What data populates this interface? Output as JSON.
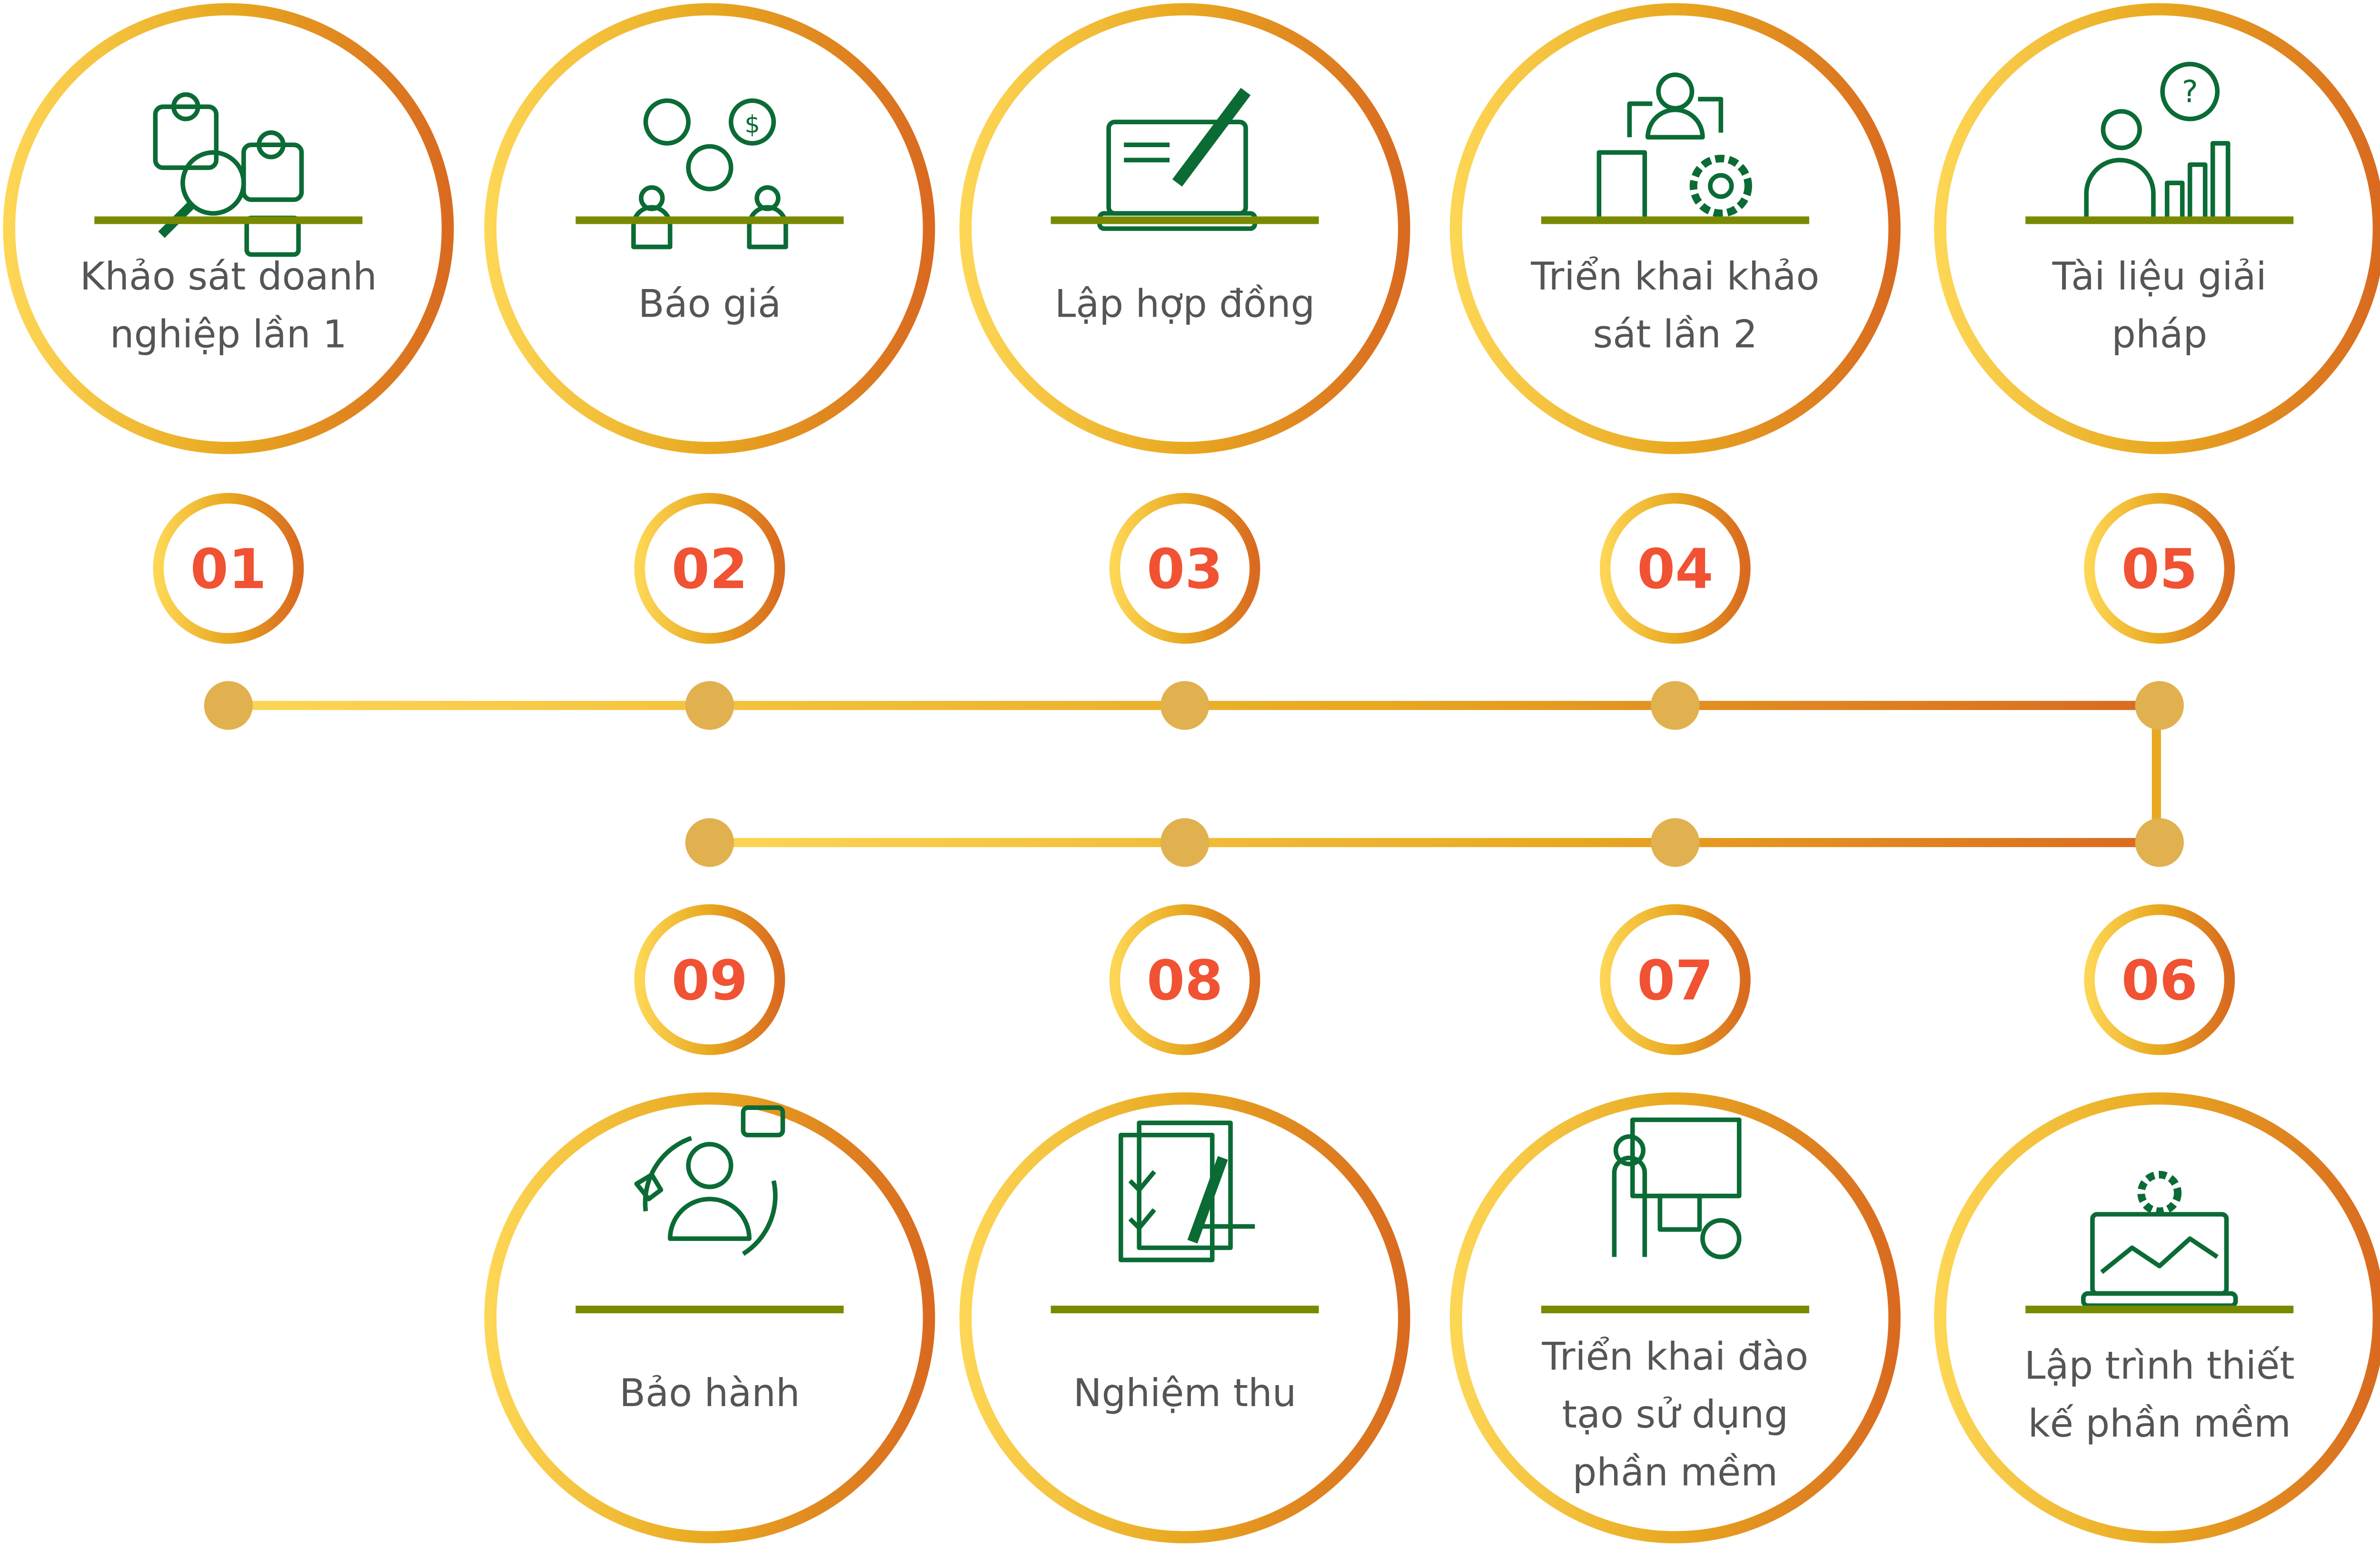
{
  "colors": {
    "ring_start": "#fdd655",
    "ring_mid": "#e8a820",
    "ring_end": "#d96a20",
    "divider": "#7a8a00",
    "icon": "#0b6b35",
    "number": "#f05233",
    "dot": "#e1b04f",
    "label": "#555555"
  },
  "steps": [
    {
      "number": "01",
      "lines": [
        "Khảo sát doanh",
        "nghiệp lần 1"
      ],
      "icon": "survey-magnifier-icon"
    },
    {
      "number": "02",
      "lines": [
        "Báo giá"
      ],
      "icon": "quote-meeting-icon"
    },
    {
      "number": "03",
      "lines": [
        "Lập hợp đồng"
      ],
      "icon": "contract-laptop-pen-icon"
    },
    {
      "number": "04",
      "lines": [
        "Triển khai khảo",
        "sát lần 2"
      ],
      "icon": "deploy-gear-icon"
    },
    {
      "number": "05",
      "lines": [
        "Tài liệu giải",
        "pháp"
      ],
      "icon": "solution-idea-icon"
    },
    {
      "number": "06",
      "lines": [
        "Lập trình thiết",
        "kế phần mềm"
      ],
      "icon": "programming-laptop-icon"
    },
    {
      "number": "07",
      "lines": [
        "Triển khai đào",
        "tạo sử dụng",
        "phần mềm"
      ],
      "icon": "training-presentation-icon"
    },
    {
      "number": "08",
      "lines": [
        "Nghiệm thu"
      ],
      "icon": "acceptance-checklist-icon"
    },
    {
      "number": "09",
      "lines": [
        "Bảo hành"
      ],
      "icon": "warranty-support-icon"
    }
  ]
}
